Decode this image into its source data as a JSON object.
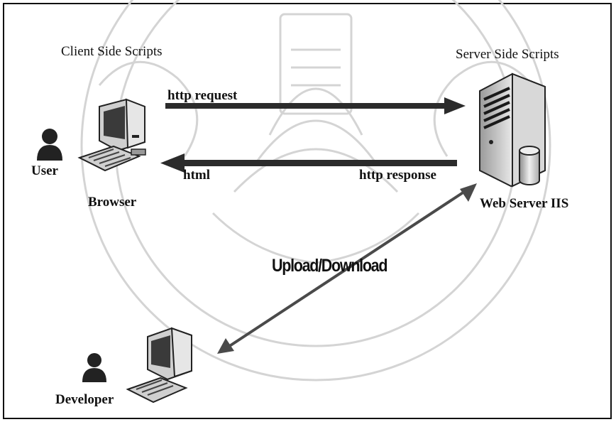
{
  "labels": {
    "client_side": "Client Side Scripts",
    "server_side": "Server Side Scripts",
    "http_request": "http request",
    "html": "html",
    "http_response": "http response",
    "user": "User",
    "browser": "Browser",
    "web_server": "Web Server IIS",
    "upload_download": "Upload/Download",
    "developer": "Developer"
  },
  "icons": {
    "user": "person-icon",
    "browser_pc": "desktop-computer-icon",
    "server": "server-tower-icon",
    "developer": "person-icon",
    "developer_pc": "desktop-computer-icon"
  },
  "colors": {
    "arrow": "#2b2b2b",
    "double_arrow": "#4a4a4a",
    "watermark": "#cfcfcf",
    "border": "#111111"
  }
}
